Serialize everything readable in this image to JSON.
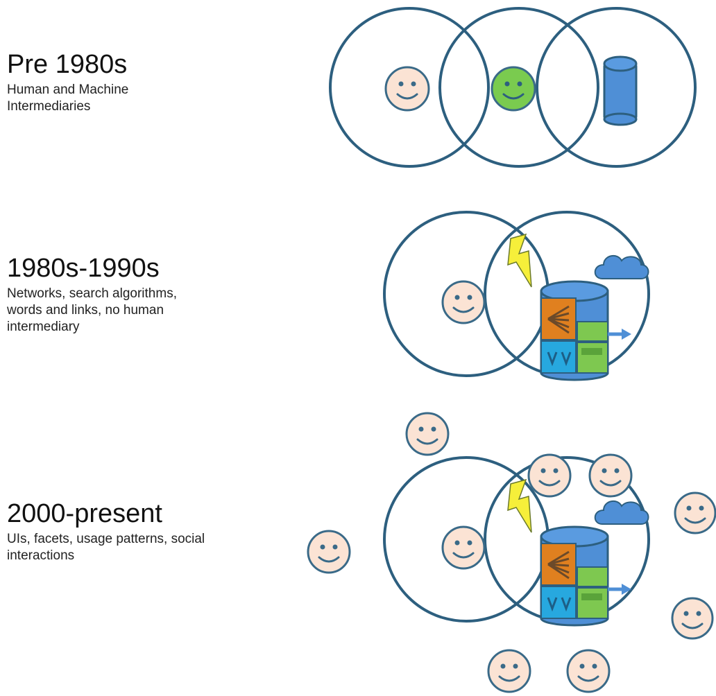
{
  "eras": [
    {
      "title": "Pre 1980s",
      "description": "Human and Machine Intermediaries"
    },
    {
      "title": "1980s-1990s",
      "description": "Networks, search algorithms, words and links, no human intermediary"
    },
    {
      "title": "2000-present",
      "description": "UIs, facets, usage patterns, social interactions"
    }
  ],
  "colors": {
    "circle_stroke": "#2d5f7f",
    "face_fill": "#fbe3d4",
    "face_stroke": "#3a6a88",
    "green_face_fill": "#7acb4f",
    "database_fill": "#4f8fd6",
    "lightning_fill": "#f6ef3a",
    "orange_panel": "#e0801f",
    "green_panel": "#7ec850",
    "cyan_panel": "#27a8df",
    "cloud_fill": "#4f8fd6"
  },
  "icons": [
    "smiley-face-icon",
    "database-icon",
    "lightning-bolt-icon",
    "cloud-icon",
    "arrow-right-icon"
  ]
}
